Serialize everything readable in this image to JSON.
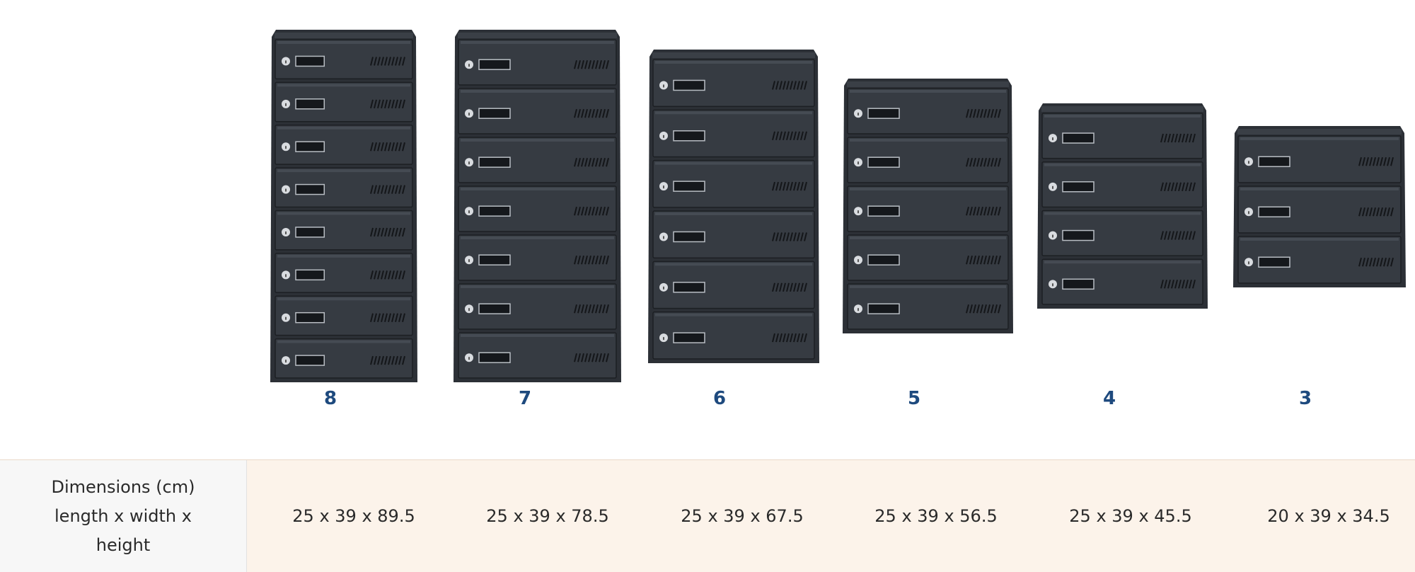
{
  "units": [
    {
      "count_label": "8",
      "boxes": 8
    },
    {
      "count_label": "7",
      "boxes": 7
    },
    {
      "count_label": "6",
      "boxes": 6
    },
    {
      "count_label": "5",
      "boxes": 5
    },
    {
      "count_label": "4",
      "boxes": 4
    },
    {
      "count_label": "3",
      "boxes": 3
    }
  ],
  "table": {
    "header_line1": "Dimensions (cm)",
    "header_line2": "length x width x",
    "header_line3": "height",
    "values": [
      "25 x 39 x 89.5",
      "25 x 39 x 78.5",
      "25 x 39 x 67.5",
      "25 x 39 x 56.5",
      "25 x 39 x 45.5",
      "20 x 39 x 34.5"
    ]
  },
  "colors": {
    "cabinet_body": "#2c3036",
    "door": "#363b42",
    "label_blue": "#1e4a7e",
    "table_bg": "#fcf3ea",
    "table_head_bg": "#f7f7f7"
  }
}
